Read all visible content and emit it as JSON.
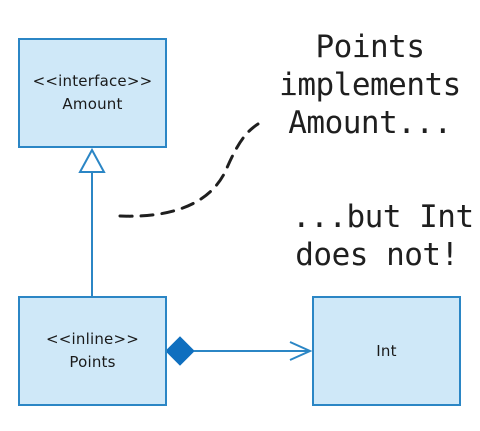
{
  "diagram": {
    "boxes": [
      {
        "id": "amount",
        "stereotype": "<<interface>>",
        "name": "Amount"
      },
      {
        "id": "points",
        "stereotype": "<<inline>>",
        "name": "Points"
      },
      {
        "id": "int",
        "stereotype": "",
        "name": "Int"
      }
    ],
    "annotations": {
      "top": [
        "Points",
        "implements",
        "Amount..."
      ],
      "bottom": [
        "...but Int",
        "does not!"
      ]
    },
    "relationships": [
      {
        "from": "points",
        "to": "amount",
        "type": "realization"
      },
      {
        "from": "points",
        "to": "int",
        "type": "composition"
      }
    ],
    "colors": {
      "box_fill": "#cfe8f8",
      "box_border": "#2b86c5",
      "line": "#2b86c5",
      "text": "#1f1f1f"
    }
  }
}
